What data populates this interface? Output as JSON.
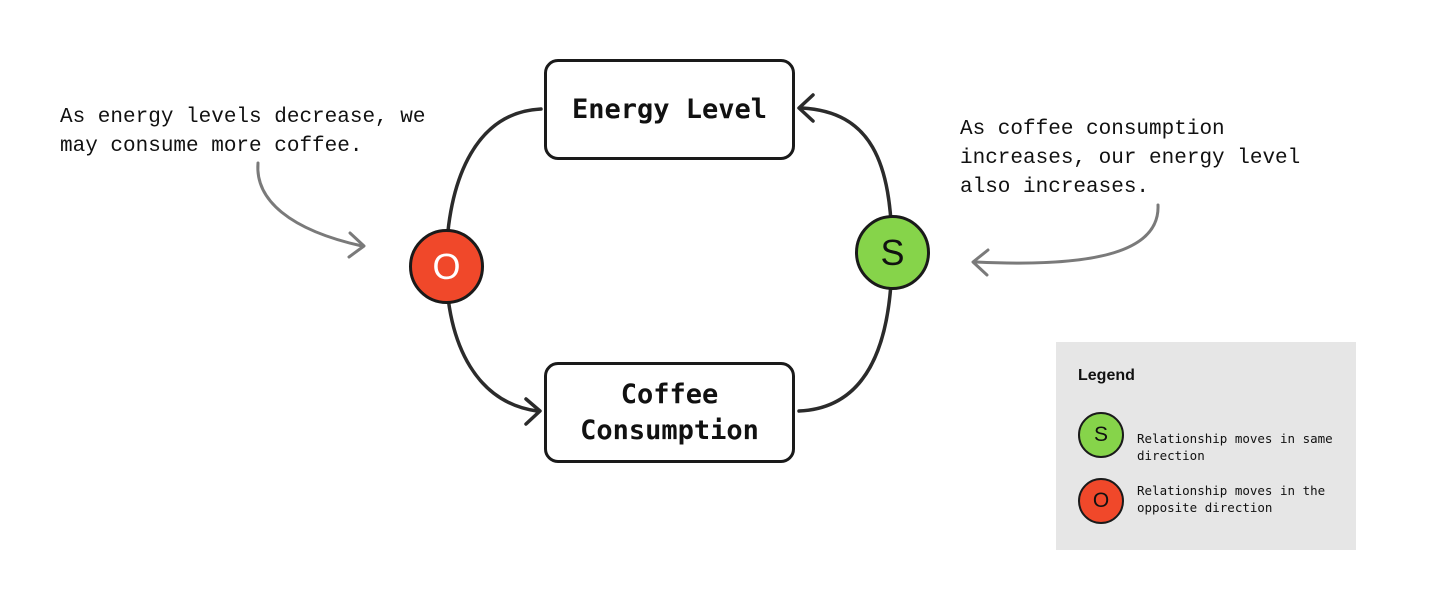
{
  "nodes": {
    "energy_level": "Energy Level",
    "coffee_consumption": "Coffee Consumption"
  },
  "links": {
    "opposite_symbol": "O",
    "same_symbol": "S"
  },
  "annotations": {
    "left": "As energy levels decrease, we\nmay consume more coffee.",
    "right": "As coffee consumption\nincreases, our energy level\nalso increases."
  },
  "legend": {
    "title": "Legend",
    "items": [
      {
        "symbol": "S",
        "label": "Relationship moves in same direction",
        "color": "#86d44a"
      },
      {
        "symbol": "O",
        "label": "Relationship moves in the opposite direction",
        "color": "#f0482a"
      }
    ]
  },
  "colors": {
    "same_direction": "#86d44a",
    "opposite_direction": "#f0482a",
    "stroke": "#1a1a1a",
    "annotation_arrow": "#7a7a7a",
    "legend_background": "#e6e6e6"
  }
}
